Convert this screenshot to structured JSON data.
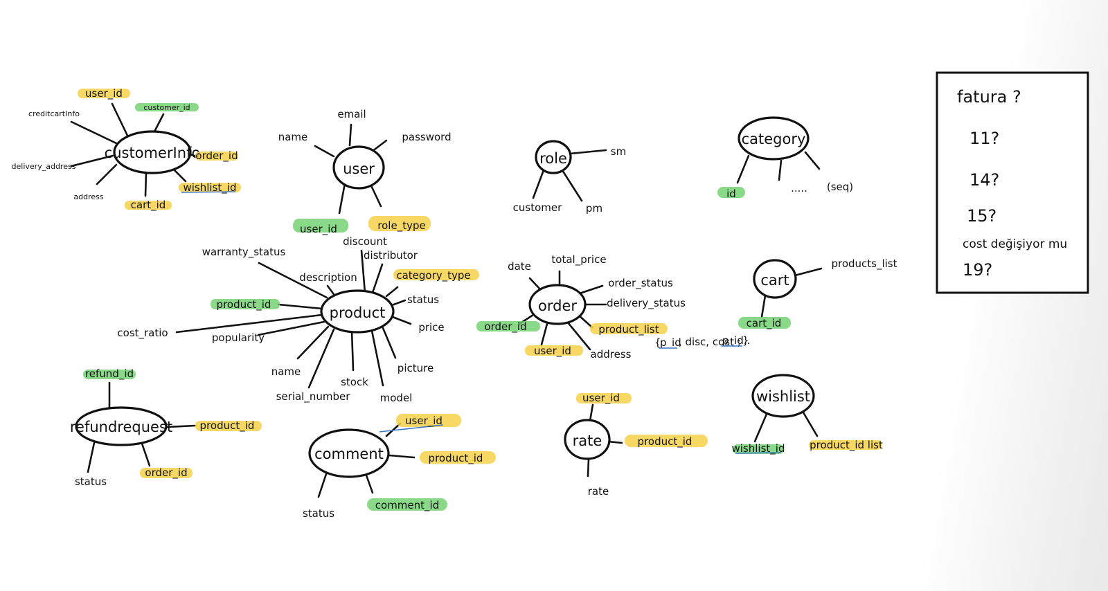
{
  "colors": {
    "key_highlight": "#6ccf6a",
    "foreign_highlight": "#f7d14a",
    "ink": "#111111"
  },
  "entities": [
    {
      "name": "customerInfo",
      "attributes": [
        {
          "text": "user_id",
          "hl": "yellow"
        },
        {
          "text": "customer_id",
          "hl": "green"
        },
        {
          "text": "creditcartInfo"
        },
        {
          "text": "delivery_address"
        },
        {
          "text": "order_id",
          "hl": "yellow"
        },
        {
          "text": "wishlist_id",
          "hl": "yellow"
        },
        {
          "text": "address"
        },
        {
          "text": "cart_id",
          "hl": "yellow"
        }
      ]
    },
    {
      "name": "user",
      "attributes": [
        {
          "text": "email"
        },
        {
          "text": "name"
        },
        {
          "text": "password"
        },
        {
          "text": "user_id",
          "hl": "green"
        },
        {
          "text": "role_type",
          "hl": "yellow"
        }
      ]
    },
    {
      "name": "role",
      "attributes": [
        {
          "text": "sm"
        },
        {
          "text": "customer"
        },
        {
          "text": "pm"
        }
      ]
    },
    {
      "name": "category",
      "attributes": [
        {
          "text": "id",
          "hl": "green"
        },
        {
          "text": "....."
        },
        {
          "text": "(seq)"
        }
      ]
    },
    {
      "name": "product",
      "attributes": [
        {
          "text": "warranty_status"
        },
        {
          "text": "discount"
        },
        {
          "text": "distributor"
        },
        {
          "text": "description"
        },
        {
          "text": "category_type",
          "hl": "yellow"
        },
        {
          "text": "product_id",
          "hl": "green"
        },
        {
          "text": "status"
        },
        {
          "text": "price"
        },
        {
          "text": "cost_ratio"
        },
        {
          "text": "popularity"
        },
        {
          "text": "name"
        },
        {
          "text": "stock"
        },
        {
          "text": "picture"
        },
        {
          "text": "serial_number"
        },
        {
          "text": "model"
        }
      ]
    },
    {
      "name": "order",
      "attributes": [
        {
          "text": "date"
        },
        {
          "text": "total_price"
        },
        {
          "text": "order_status"
        },
        {
          "text": "delivery_status"
        },
        {
          "text": "order_id",
          "hl": "green"
        },
        {
          "text": "product_list",
          "hl": "yellow"
        },
        {
          "text": "user_id",
          "hl": "yellow"
        },
        {
          "text": "address"
        }
      ]
    },
    {
      "name": "cart",
      "attributes": [
        {
          "text": "products_list"
        },
        {
          "text": "cart_id",
          "hl": "green"
        }
      ]
    },
    {
      "name": "refundrequest",
      "attributes": [
        {
          "text": "refund_id",
          "hl": "green"
        },
        {
          "text": "product_id",
          "hl": "yellow"
        },
        {
          "text": "status"
        },
        {
          "text": "order_id",
          "hl": "yellow"
        }
      ]
    },
    {
      "name": "comment",
      "attributes": [
        {
          "text": "user_id",
          "hl": "yellow"
        },
        {
          "text": "product_id",
          "hl": "yellow"
        },
        {
          "text": "status"
        },
        {
          "text": "comment_id",
          "hl": "green"
        }
      ]
    },
    {
      "name": "rate",
      "attributes": [
        {
          "text": "user_id",
          "hl": "yellow"
        },
        {
          "text": "product_id",
          "hl": "yellow"
        },
        {
          "text": "rate"
        }
      ]
    },
    {
      "name": "wishlist",
      "attributes": [
        {
          "text": "wishlist_id",
          "hl": "green"
        },
        {
          "text": "product_id list",
          "hl": "yellow"
        }
      ]
    }
  ],
  "order_product_list_note": {
    "open": "{",
    "p1": "p_id",
    "mid": ", disc, cost ;",
    "p2": "p_id..",
    "close": "}"
  },
  "notes": {
    "title": "fatura ?",
    "items": [
      "11?",
      "14?",
      "15?",
      "cost değişiyor mu",
      "19?"
    ]
  }
}
